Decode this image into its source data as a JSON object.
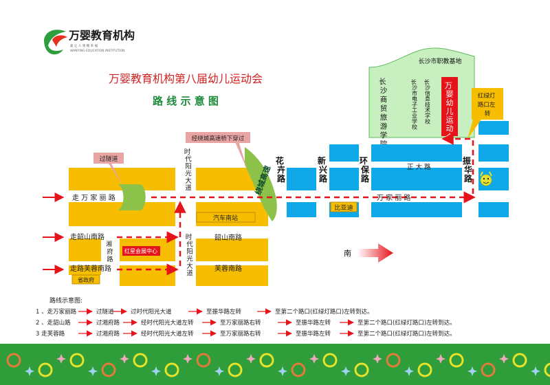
{
  "logo": {
    "name": "万婴教育机构",
    "tagline": "爱 让 人 领 略 幸 福",
    "english": "WANYING EDUCATION INSTITUTION"
  },
  "header": {
    "title": "万婴教育机构第八届幼儿运动会",
    "subtitle": "路 线 示 意 图"
  },
  "callouts": {
    "tunnel": "过隧道",
    "bridge": "经绕城高速桥下穿过",
    "traffic_light": [
      "红绿灯",
      "路口左",
      "转"
    ]
  },
  "highway": "绕城高速",
  "compass": "南",
  "roads": {
    "wanjiali_left": "走 万 家 丽 路",
    "wanjiali_right": "万 家 丽 路",
    "shaoshan_left": "走韶山南路",
    "shaoshan_right": "韶山南路",
    "furong_left": "走路芙蓉南路",
    "furong_right": "芙蓉南路",
    "xiangfu": "湘府路",
    "shidai_top": "时代阳光大道",
    "shidai_bottom": "时代阳光大道",
    "huahui": "花卉路",
    "xinxing": "新兴路",
    "huanbao": "环保路",
    "zhenhua": "振华路",
    "zhengda": "正 大 路"
  },
  "places": {
    "bus_station": "汽车南站",
    "byd": "比亚迪",
    "exhibition": "红星会展中心",
    "government": "省政府",
    "base_title": "长沙市职教基地",
    "school1": "长沙商贸旅游学院",
    "school2": "长沙市电子工业学校",
    "school3": "长沙信息技术学校",
    "venue": "万婴幼儿运动会"
  },
  "legend": {
    "title": "路线示意图:",
    "routes": [
      {
        "label": "1 、走万家丽路",
        "steps": [
          "过隧道",
          "过时代阳光大道",
          "至振华路左转",
          "至第二个路口(红绿灯路口)左转到达。"
        ]
      },
      {
        "label": "2 、走韶山路",
        "steps": [
          "过湘府路",
          "经时代阳光大道左转",
          "至万家丽路右转",
          "至振华路左转",
          "至第二个路口(红绿灯路口)左转到达。"
        ]
      },
      {
        "label": "3  走芙蓉路",
        "steps": [
          "过湘府路",
          "经时代阳光大道左转",
          "至万家丽路右转",
          "至振华路左转",
          "至第二个路口(红绿灯路口)左转到达。"
        ]
      }
    ]
  },
  "colors": {
    "block_yellow": "#F7BD00",
    "block_blue": "#0FA8E8",
    "route_red": "#E5141B",
    "green_zone": "#C8EFC0",
    "callout_pink": "#E9A5A4",
    "highway_green": "#8DC24A"
  }
}
